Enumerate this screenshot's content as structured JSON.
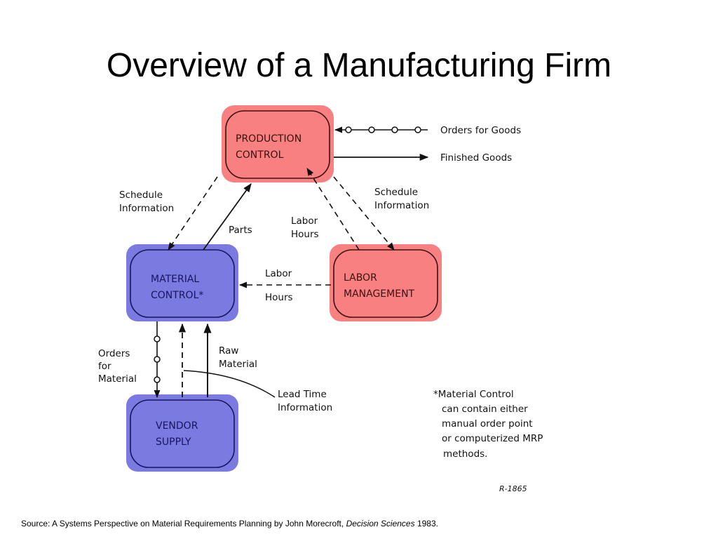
{
  "title": "Overview of a Manufacturing Firm",
  "colors": {
    "red_fill": "#f98080",
    "blue_fill": "#7a7ae0",
    "red_text": "#3a1010",
    "blue_text": "#161660",
    "line": "#111111"
  },
  "nodes": {
    "production_control": [
      "PRODUCTION",
      "CONTROL"
    ],
    "material_control": [
      "MATERIAL",
      "CONTROL*"
    ],
    "labor_management": [
      "LABOR",
      "MANAGEMENT"
    ],
    "vendor_supply": [
      "VENDOR",
      "SUPPLY"
    ]
  },
  "edge_labels": {
    "orders_for_goods": "Orders  for  Goods",
    "finished_goods": "Finished  Goods",
    "schedule_info_left": [
      "Schedule",
      "Information"
    ],
    "schedule_info_right": [
      "Schedule",
      "Information"
    ],
    "parts": "Parts",
    "labor_hours_top": [
      "Labor",
      "Hours"
    ],
    "labor_hours_mid": [
      "Labor",
      "Hours"
    ],
    "orders_for_material": [
      "Orders",
      "for",
      "Material"
    ],
    "raw_material": [
      "Raw",
      "Material"
    ],
    "lead_time_info": [
      "Lead Time",
      "Information"
    ]
  },
  "footnote": [
    "*Material  Control",
    "can contain  either",
    "manual order point",
    "or  computerized  MRP",
    "methods."
  ],
  "figure_id": "R-1865",
  "source": {
    "prefix": "Source:  A Systems Perspective on Material Requirements Planning by John Morecroft,  ",
    "journal": "Decision Sciences",
    "year": " 1983."
  }
}
